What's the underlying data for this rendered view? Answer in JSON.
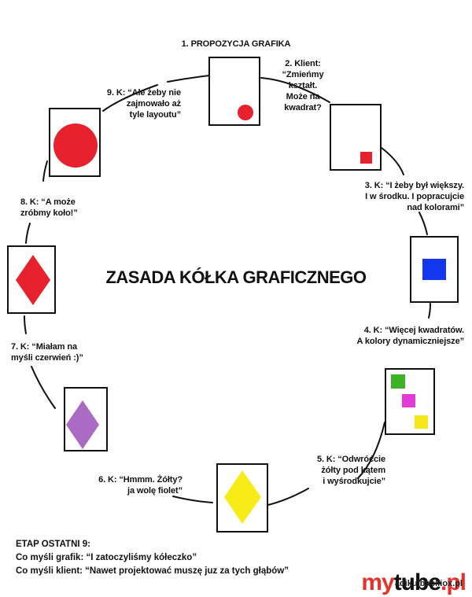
{
  "title": "ZASADA KÓŁKA GRAFICZNEGO",
  "colors": {
    "red": "#e8212e",
    "blue": "#1437f0",
    "green": "#3cb325",
    "magenta": "#e23bd6",
    "yellow": "#f5e719",
    "purple": "#a96bc4",
    "yellow_diamond": "#f8ec18"
  },
  "steps": [
    {
      "label": "1. PROPOZYCJA GRAFIKA",
      "shapes": [
        {
          "kind": "circle",
          "color": "red"
        }
      ]
    },
    {
      "label": "2. Klient:\n“Zmieńmy\nkształt.\nMoże na\nkwadrat?",
      "shapes": [
        {
          "kind": "square",
          "color": "red"
        }
      ]
    },
    {
      "label": "3. K: “I żeby był większy.\nI w środku. I popracujcie\nnad kolorami”",
      "shapes": [
        {
          "kind": "square",
          "color": "blue"
        }
      ]
    },
    {
      "label": "4. K: “Więcej kwadratów.\nA kolory dynamiczniejsze”",
      "shapes": [
        {
          "kind": "square",
          "color": "green"
        },
        {
          "kind": "square",
          "color": "magenta"
        },
        {
          "kind": "square",
          "color": "yellow"
        }
      ]
    },
    {
      "label": "5. K: “Odwróćcie\nżółty pod kątem\ni wyśrodkujcie”",
      "shapes": [
        {
          "kind": "diamond",
          "color": "yellow_diamond"
        }
      ]
    },
    {
      "label": "6. K: “Hmmm. Żółty?\nja wolę fiolet”",
      "shapes": [
        {
          "kind": "diamond",
          "color": "purple"
        }
      ]
    },
    {
      "label": "7. K: “Miałam na\nmyśli czerwień :)”",
      "shapes": [
        {
          "kind": "diamond",
          "color": "red"
        }
      ]
    },
    {
      "label": "8. K: “A może\nzróbmy koło!”",
      "shapes": [
        {
          "kind": "circle",
          "color": "red"
        }
      ]
    },
    {
      "label": "9. K: “Ale żeby nie\nzajmowało aż\ntyle layoutu”",
      "shapes": [
        {
          "kind": "circle",
          "color": "red"
        }
      ]
    }
  ],
  "final": {
    "heading": "ETAP OSTATNI 9:",
    "line1": "Co myśli grafik: “I zatoczyliśmy kółeczko”",
    "line2": "Co myśli klient: “Nawet projektować muszę juz za tych głąbów”"
  },
  "watermark": {
    "part1": "my",
    "part2": "tube",
    "part3": ".pl",
    "site": "adikulbabliiox.pl"
  }
}
